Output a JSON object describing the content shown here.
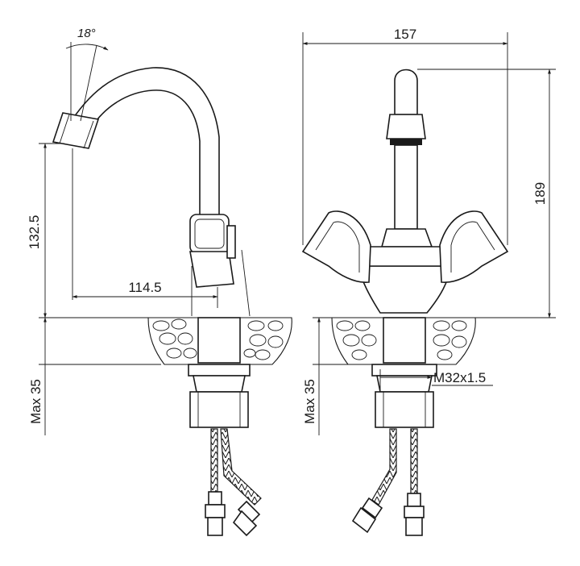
{
  "left_view": {
    "angle_label": "18°",
    "spout_height_label": "132.5",
    "reach_label": "114.5",
    "max_thickness_label": "Max 35"
  },
  "right_view": {
    "width_label": "157",
    "height_label": "189",
    "max_thickness_label": "Max 35",
    "thread_label": "M32x1.5"
  }
}
